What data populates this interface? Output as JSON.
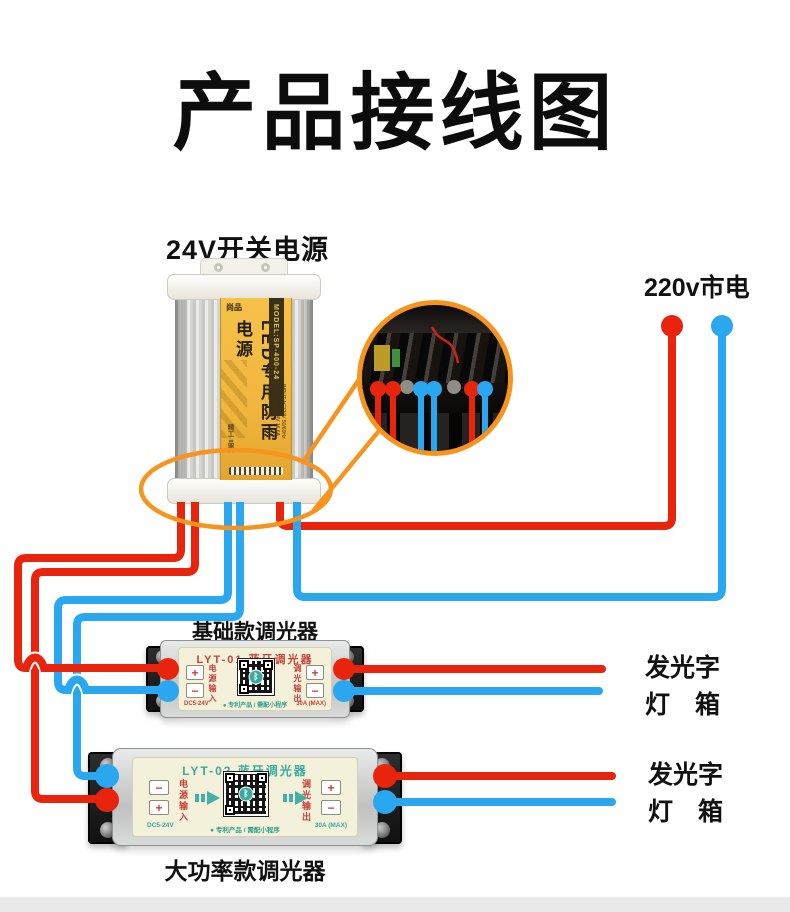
{
  "title": "产品接线图",
  "colors": {
    "wire_red": "#e8250c",
    "wire_blue": "#29a7f0",
    "highlight_orange": "#f7941e",
    "dimmer_red": "#c7423a",
    "dimmer_teal": "#3aa99e",
    "label_yellow": "#f0b63e"
  },
  "power_supply": {
    "heading": "24V开关电源",
    "brand": "尚品",
    "product_name": "LED专用防雨电源",
    "model": "MODEL:SP-400-24",
    "specs": "INPUT:AC220V 50/60Hz\nOUTPUT:DC24V 16.6A\nPOWER:400W",
    "quality": "精工·品质"
  },
  "mains": {
    "label": "220v市电"
  },
  "dimmer_basic": {
    "heading": "基础款调光器",
    "model": "LYT-01 蓝牙调光器",
    "input_label": "电源输入",
    "input_spec": "DC5-24V",
    "output_label": "调光输出",
    "output_spec": "30A (MAX)",
    "footnote": "● 专利产品 / 需配小程序"
  },
  "dimmer_high_power": {
    "heading": "大功率款调光器",
    "model": "LYT-02 蓝牙调光器",
    "input_label": "电源输入",
    "input_spec": "DC5-24V",
    "output_label": "调光输出",
    "output_spec": "30A (MAX)",
    "footnote": "● 专利产品 / 需配小程序"
  },
  "load_label": {
    "line1": "发光字",
    "line2": "灯　箱"
  },
  "symbols": {
    "plus": "+",
    "minus": "−",
    "bluetooth": "ᛒ"
  }
}
